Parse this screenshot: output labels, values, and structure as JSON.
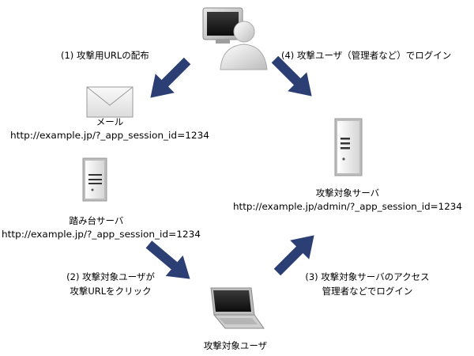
{
  "steps": {
    "step1": "(1) 攻撃用URLの配布",
    "step2_line1": "(2) 攻撃対象ユーザが",
    "step2_line2": "攻撃URLをクリック",
    "step3_line1": "(3) 攻撃対象サーバのアクセス",
    "step3_line2": "管理者などでログイン",
    "step4": "(4) 攻撃ユーザ（管理者など）でログイン"
  },
  "nodes": {
    "attacker": {
      "icon": "attacker-person-with-monitor-icon"
    },
    "mail": {
      "icon": "envelope-icon",
      "label": "メール",
      "url": "http://example.jp/?_app_session_id=1234"
    },
    "trap_server": {
      "icon": "server-tower-icon",
      "label": "踏み台サーバ",
      "url": "http://example.jp/?_app_session_id=1234"
    },
    "target_server": {
      "icon": "server-tower-icon",
      "label": "攻撃対象サーバ",
      "url": "http://example.jp/admin/?_app_session_id=1234"
    },
    "victim": {
      "icon": "laptop-icon",
      "label": "攻撃対象ユーザ"
    }
  },
  "colors": {
    "arrow": "#2b3f74",
    "server_body": "#f2f2f2",
    "outline": "#999999",
    "screen": "#1a1a1a"
  }
}
